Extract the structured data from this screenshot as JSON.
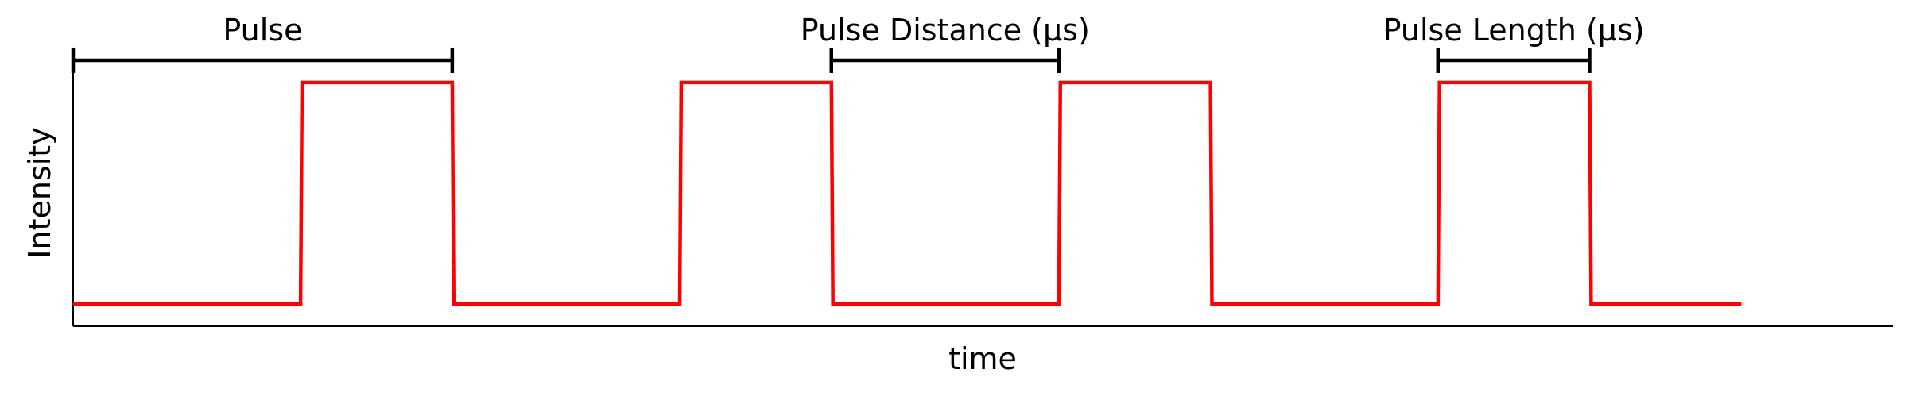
{
  "chart_data": {
    "type": "line",
    "title": "",
    "xlabel": "time",
    "ylabel": "Intensity",
    "grid": false,
    "legend": "none",
    "xlim": [
      0,
      12
    ],
    "ylim": [
      -0.1,
      1.15
    ],
    "x_ticks_shown": false,
    "y_ticks_shown": false,
    "series": [
      {
        "color": "#ff0000",
        "x": [
          0,
          1.5,
          1.51,
          2.5,
          2.51,
          4,
          4.01,
          5,
          5.01,
          6.5,
          6.51,
          7.5,
          7.51,
          9,
          9.01,
          10,
          10.01,
          11
        ],
        "y": [
          0,
          0,
          1,
          1,
          0,
          0,
          1,
          1,
          0,
          0,
          1,
          1,
          0,
          0,
          1,
          1,
          0,
          0
        ]
      }
    ],
    "annotations": [
      {
        "label": "Pulse",
        "x_start": 0,
        "x_end": 2.5,
        "y": 1.1,
        "color": "#000000"
      },
      {
        "label": "Pulse Distance (μs)",
        "x_start": 5,
        "x_end": 6.5,
        "y": 1.1,
        "color": "#000000"
      },
      {
        "label": "Pulse Length (μs)",
        "x_start": 9,
        "x_end": 10,
        "y": 1.1,
        "color": "#000000"
      }
    ]
  }
}
